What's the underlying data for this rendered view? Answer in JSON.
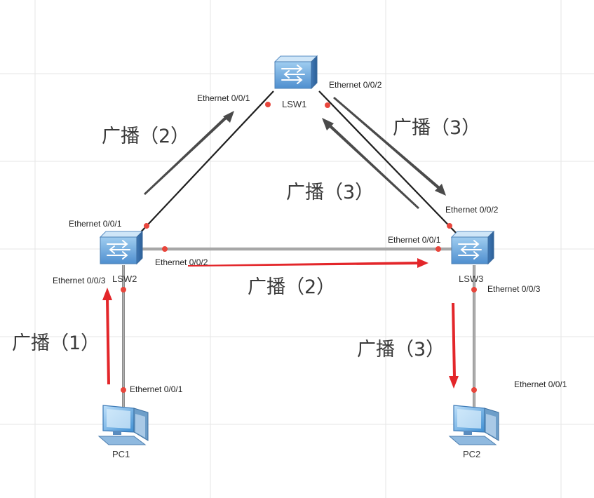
{
  "colors": {
    "link_dark": "#1e1e1e",
    "link_gray": "#8c8c8c",
    "port_dot": "#e8463c",
    "arrow_red": "#e3262a",
    "arrow_gray": "#4a4a4a",
    "switch_blue": "#6ea9db",
    "pc_blue": "#4f9bd8",
    "grid": "#e6e6e6"
  },
  "devices": {
    "lsw1": {
      "label": "LSW1",
      "icon": "switch-icon"
    },
    "lsw2": {
      "label": "LSW2",
      "icon": "switch-icon"
    },
    "lsw3": {
      "label": "LSW3",
      "icon": "switch-icon"
    },
    "pc1": {
      "label": "PC1",
      "icon": "pc-icon"
    },
    "pc2": {
      "label": "PC2",
      "icon": "pc-icon"
    }
  },
  "ports": {
    "lsw1_p1": "Ethernet 0/0/1",
    "lsw1_p2": "Ethernet 0/0/2",
    "lsw2_p1": "Ethernet 0/0/1",
    "lsw2_p2": "Ethernet 0/0/2",
    "lsw2_p3": "Ethernet 0/0/3",
    "lsw3_p1": "Ethernet 0/0/1",
    "lsw3_p2": "Ethernet 0/0/2",
    "lsw3_p3": "Ethernet 0/0/3",
    "pc1_p1": "Ethernet 0/0/1",
    "pc2_p1": "Ethernet 0/0/1"
  },
  "broadcasts": {
    "b1": "广播（1）",
    "b2_top": "广播（2）",
    "b2_mid": "广播（2）",
    "b3_right": "广播（3）",
    "b3_mid": "广播（3）",
    "b3_bottom": "广播（3）"
  }
}
